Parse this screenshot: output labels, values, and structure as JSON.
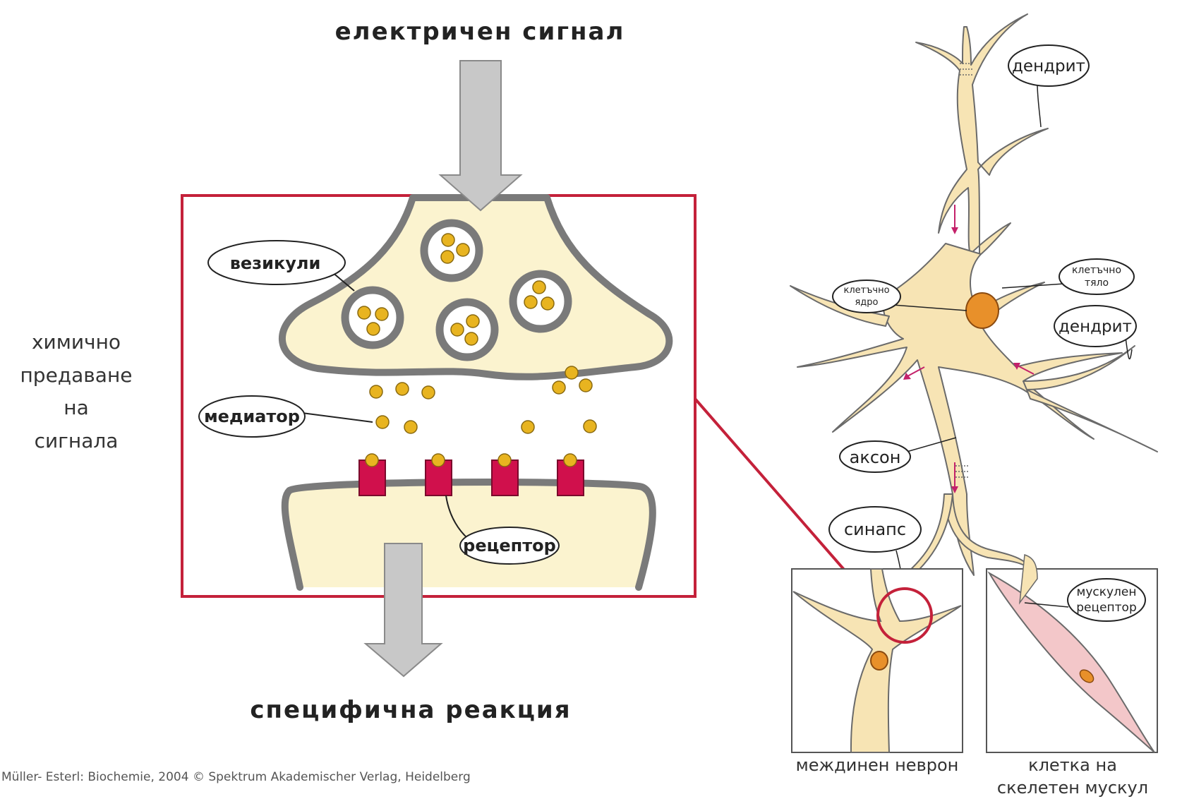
{
  "titles": {
    "top": "електричен сигнал",
    "bottom": "специфична реакция"
  },
  "side_label": [
    "химично",
    "предаване",
    "на",
    "сигнала"
  ],
  "synapse_labels": {
    "vesicles": "везикули",
    "mediator": "медиатор",
    "receptor": "рецептор"
  },
  "neuron_labels": {
    "dendrite_top": "дендрит",
    "cell_body": [
      "клетъчно",
      "тяло"
    ],
    "nucleus": [
      "клетъчно",
      "ядро"
    ],
    "dendrite_right": "дендрит",
    "axon": "аксон",
    "synapse": "синапс",
    "muscle_receptor": [
      "мускулен",
      "рецептор"
    ]
  },
  "panels": {
    "interneuron": "междинен неврон",
    "muscle_cell": [
      "клетка на",
      "скелетен мускул"
    ]
  },
  "credit": "Müller- Esterl: Biochemie, 2004 © Spektrum Akademischer Verlag, Heidelberg",
  "colors": {
    "cell_fill": "#fbf3cf",
    "membrane": "#7a7a7a",
    "vesicle_dot": "#e8b420",
    "receptor": "#d0104c",
    "frame": "#c4213a",
    "arrow": "#c8c8c8",
    "neuron_fill": "#f7e4b4",
    "nucleus": "#e8902a",
    "muscle": "#f3c7c9"
  }
}
